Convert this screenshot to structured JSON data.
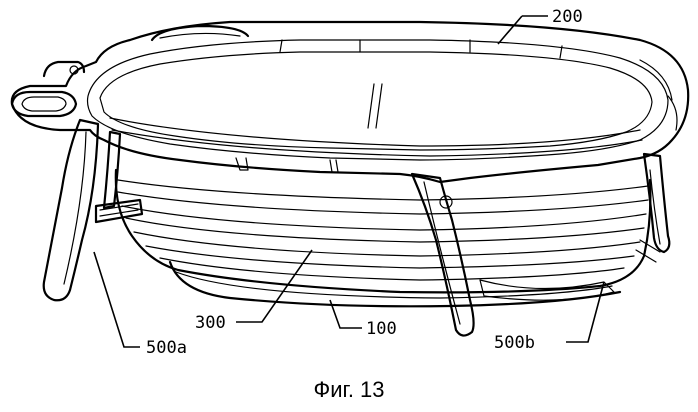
{
  "figure": {
    "caption": "Фиг. 13",
    "labels": {
      "l200": "200",
      "l300": "300",
      "l100": "100",
      "l500a": "500a",
      "l500b": "500b"
    }
  }
}
